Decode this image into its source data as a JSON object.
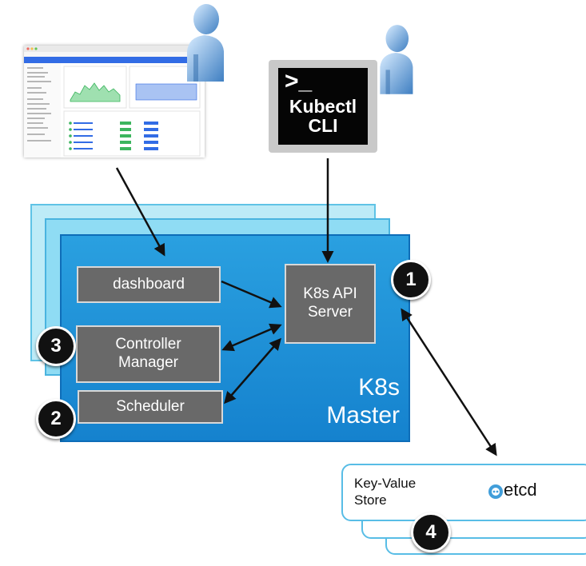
{
  "components": {
    "dashboard": "dashboard",
    "api_server": "K8s API\nServer",
    "controller_manager": "Controller\nManager",
    "scheduler": "Scheduler"
  },
  "master_label": "K8s\nMaster",
  "terminal": {
    "prompt": ">_",
    "label": "Kubectl\nCLI"
  },
  "store": {
    "label": "Key-Value\nStore",
    "name": "etcd"
  },
  "badges": [
    "1",
    "2",
    "3",
    "4"
  ],
  "colors": {
    "master_blue": "#1582ce",
    "component_gray": "#696969",
    "badge_black": "#111111",
    "user_blue": "#4f8fce"
  },
  "icons": [
    "user-icon",
    "user-icon",
    "etcd-logo-icon",
    "terminal-icon"
  ]
}
